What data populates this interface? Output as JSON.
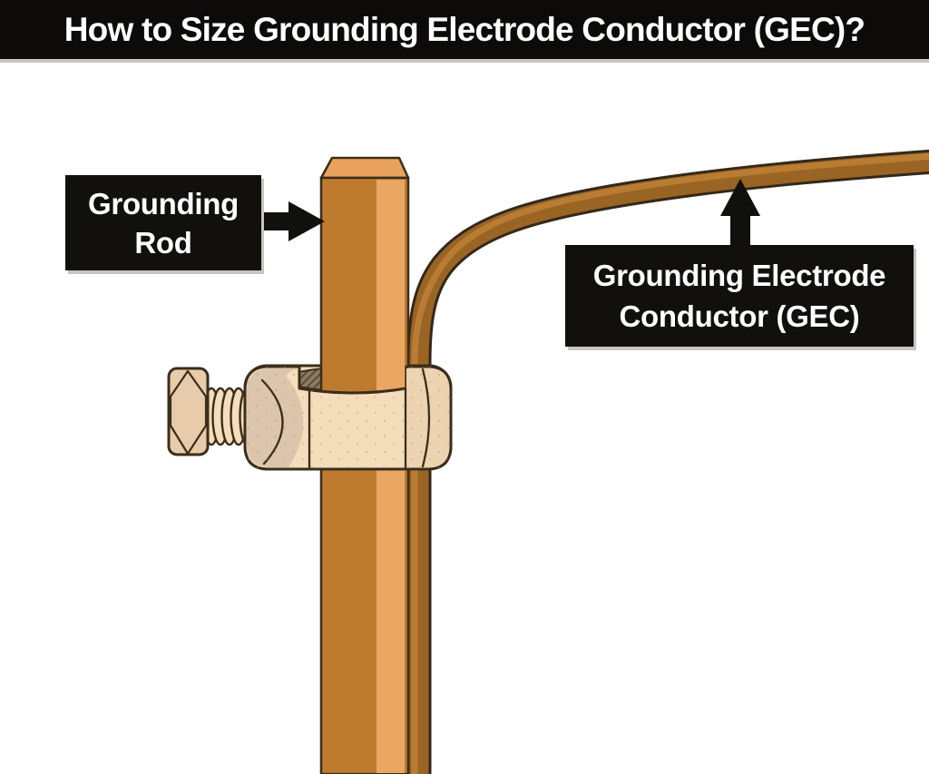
{
  "title_bar": {
    "text": "How to Size Grounding Electrode Conductor (GEC)?"
  },
  "labels": {
    "grounding_rod": {
      "line1": "Grounding",
      "line2": "Rod"
    },
    "gec": {
      "line1": "Grounding Electrode",
      "line2": "Conductor (GEC)"
    }
  },
  "diagram": {
    "parts": [
      "grounding-rod",
      "gec-wire",
      "acorn-clamp",
      "clamp-bolt"
    ],
    "pointers": [
      "right-arrow-icon",
      "up-arrow-icon"
    ]
  },
  "palette": {
    "header-bg": "#0c0b09",
    "label-bg": "#12100d",
    "shadow-gray": "#c9c5be",
    "text-white": "#ffffff",
    "outline": "#3b2d1c",
    "rod-main": "#be7b2f",
    "rod-stripe": "#eaa763",
    "rod-top": "#e9a25d",
    "wire-main": "#9a6424",
    "wire-highlight": "#b97c33",
    "wire-outline": "#33281a",
    "clamp-cream": "#f3ddbb",
    "clamp-shaded": "#dcc5ad",
    "clamp-shaded2": "#ecd3b1",
    "bolt": "#e7cbaa",
    "page-bg": "#ffffff"
  }
}
